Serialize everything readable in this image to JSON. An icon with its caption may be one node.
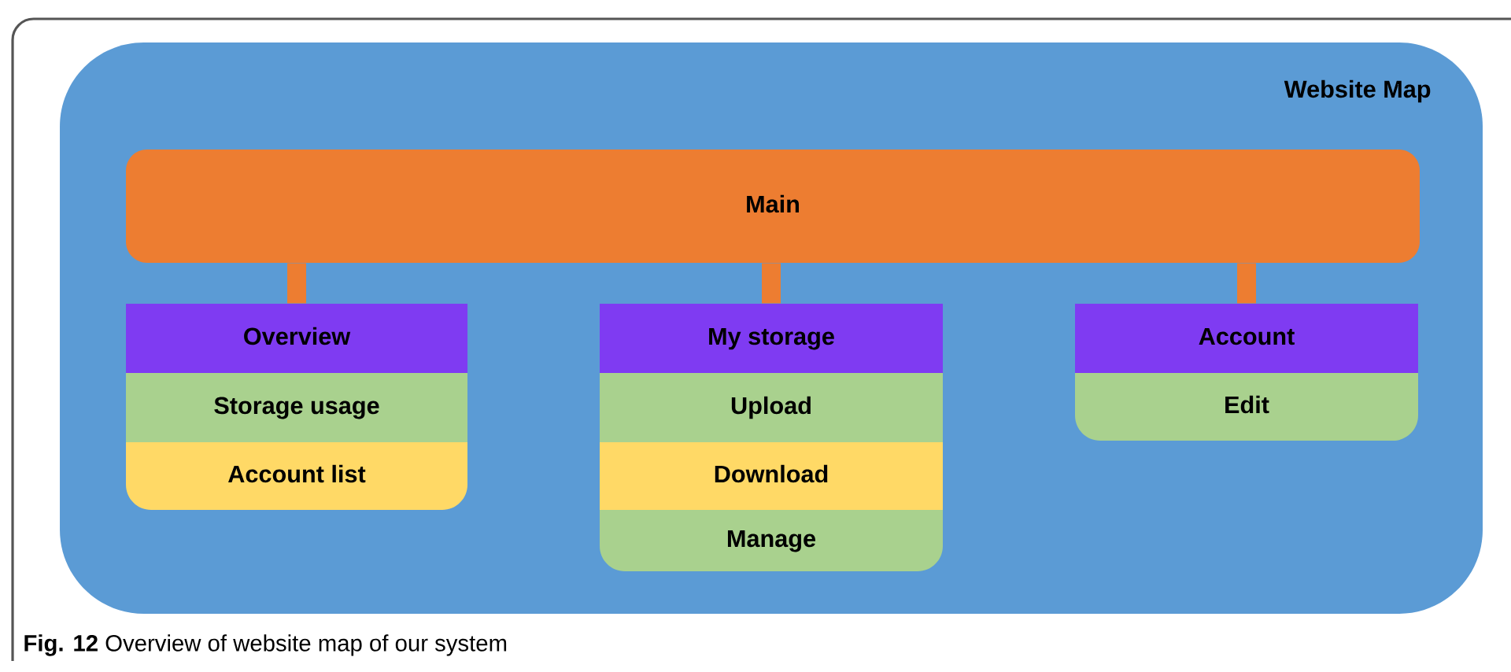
{
  "diagram": {
    "caption": "**Fig. 12** Overview of website map of our system",
    "nodes": [
      {
        "text": [
          "Website Map"
        ]
      },
      {
        "text": [
          "Main"
        ],
        "in": 0
      },
      {
        "text": [
          "Overview"
        ],
        "in": 0
      },
      {
        "text": [
          "Storage usage"
        ],
        "in": 0
      },
      {
        "text": [
          "Account list"
        ],
        "in": 0
      },
      {
        "text": [
          "My storage"
        ],
        "in": 0
      },
      {
        "text": [
          "Upload"
        ],
        "in": 0
      },
      {
        "text": [
          "Download"
        ],
        "in": 0
      },
      {
        "text": [
          "Manage"
        ],
        "in": 0
      },
      {
        "text": [
          "Account"
        ],
        "in": 0
      },
      {
        "text": [
          "Edit"
        ],
        "in": 0
      }
    ],
    "edges": [
      {
        "from": 1,
        "to": 2,
        "arrow": "none"
      },
      {
        "from": 1,
        "to": 5,
        "arrow": "none"
      },
      {
        "from": 1,
        "to": 9,
        "arrow": "none"
      }
    ]
  }
}
